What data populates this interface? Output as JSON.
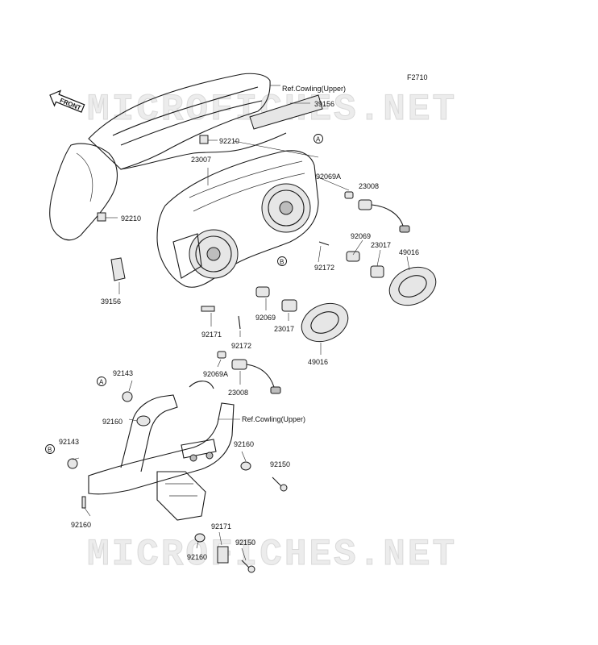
{
  "diagram_code": "F2710",
  "front_badge": "FRONT",
  "watermark": "MICROFICHES.NET",
  "ref_markers": {
    "a": "A",
    "b": "B"
  },
  "part_labels": {
    "ref_cowling_top": "Ref.Cowling(Upper)",
    "p39156_top": "39156",
    "p92210_top": "92210",
    "p23007": "23007",
    "p92069a_top": "92069A",
    "p23008_top": "23008",
    "p92210_left": "92210",
    "p92069_right": "92069",
    "p23017_right": "23017",
    "p49016_right": "49016",
    "p92172_top": "92172",
    "p39156_left": "39156",
    "p92069_mid": "92069",
    "p23017_mid": "23017",
    "p92171_top": "92171",
    "p92172_mid": "92172",
    "p49016_mid": "49016",
    "p92069a_bottom": "92069A",
    "p23008_bottom": "23008",
    "p92143_a": "92143",
    "p92160_a": "92160",
    "ref_cowling_bottom": "Ref.Cowling(Upper)",
    "p92143_b": "92143",
    "p92160_mid": "92160",
    "p92150_mid": "92150",
    "p92160_left": "92160",
    "p92171_bottom": "92171",
    "p92150_bottom": "92150",
    "p92160_bottom": "92160"
  }
}
